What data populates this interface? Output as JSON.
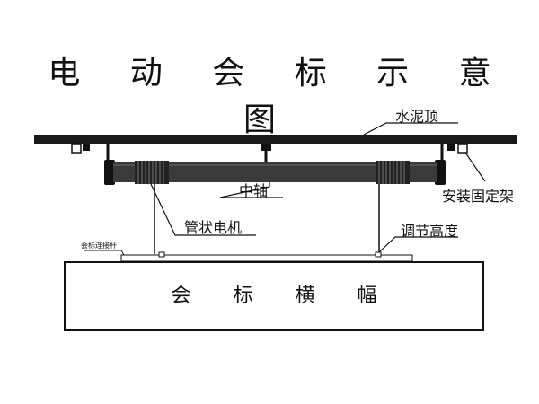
{
  "title": "电 动 会 标 示 意 图",
  "labels": {
    "ceiling": "水泥顶",
    "mount_bracket": "安装固定架",
    "central_axis": "中轴",
    "tubular_motor": "管状电机",
    "adjust_height": "调节高度",
    "connecting_rod": "会标连接杆",
    "banner": "会 标 横 幅"
  },
  "colors": {
    "ink": "#111111",
    "shaft": "#3a3a3a",
    "roller": "#222222",
    "ceiling_bar": "#1a1a1a"
  }
}
